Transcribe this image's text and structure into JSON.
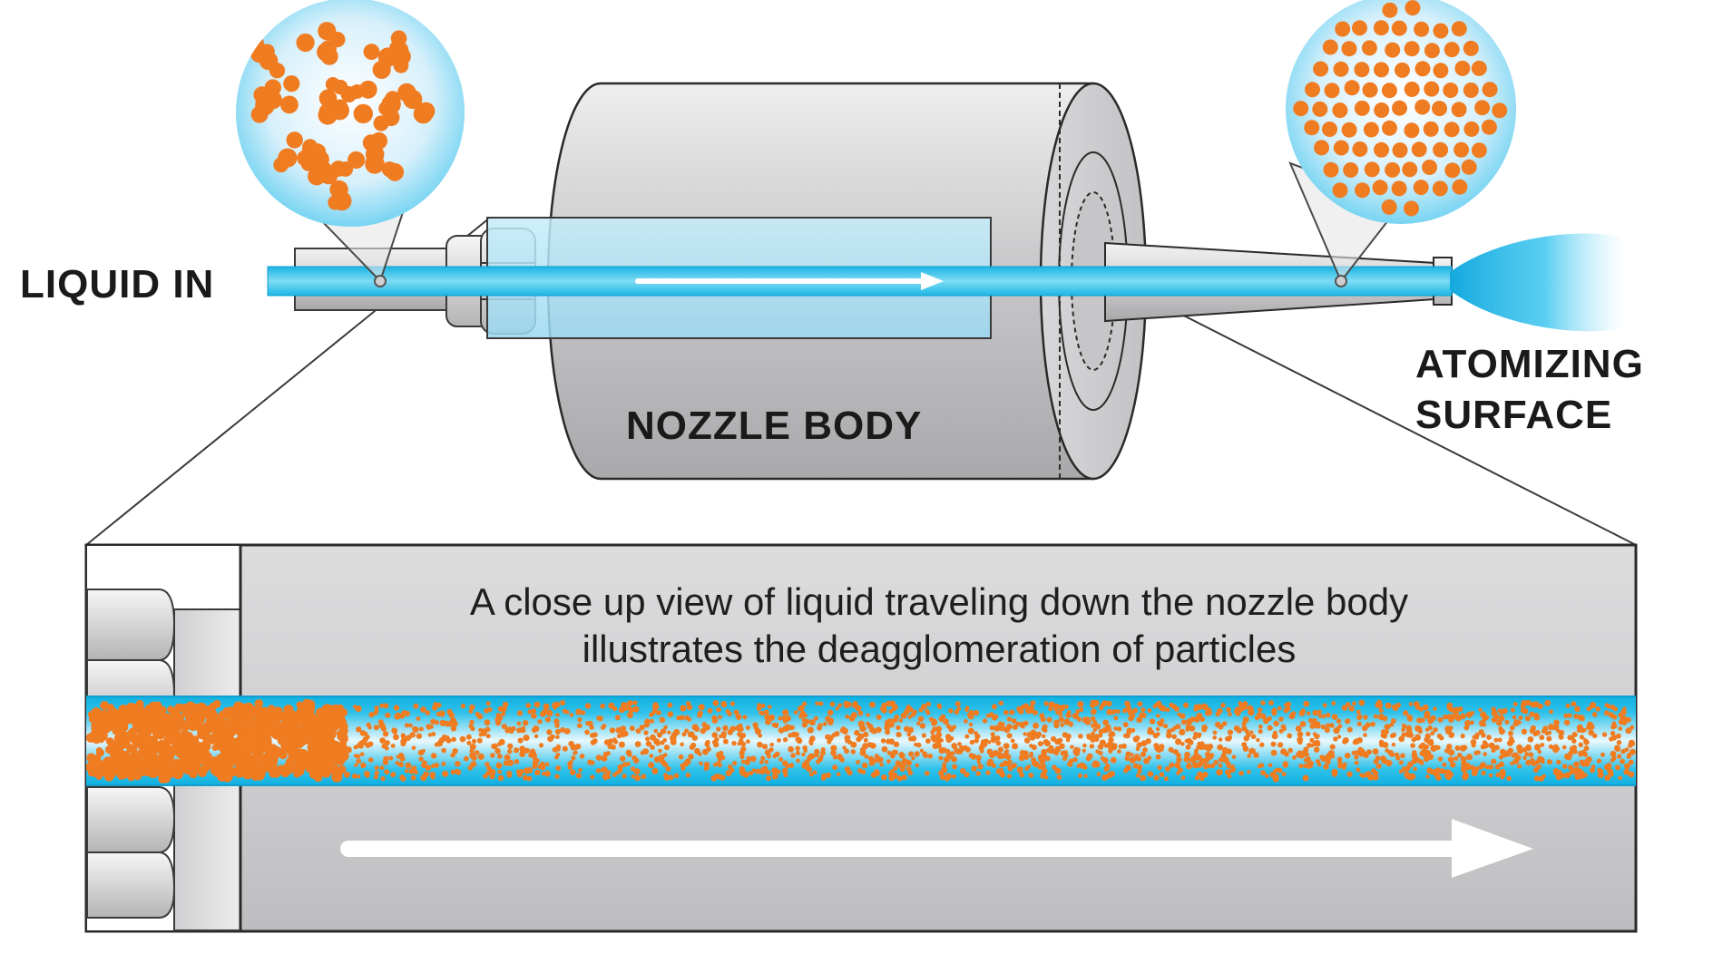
{
  "labels": {
    "liquid_in": "LIQUID IN",
    "nozzle_body": "NOZZLE BODY",
    "atomizing_line1": "ATOMIZING",
    "atomizing_line2": "SURFACE"
  },
  "caption": {
    "line1": "A close up view of liquid traveling down the nozzle body",
    "line2": "illustrates the deagglomeration of particles"
  },
  "colors": {
    "liquid_blue": "#19b8e6",
    "particle_orange": "#f07c22",
    "metal_gray": "#d4d4d6",
    "outline": "#2a2a2a",
    "arrow_white": "#ffffff"
  },
  "icons": {
    "inlet_magnifier": "agglomerated-particles-icon",
    "outlet_magnifier": "dispersed-particles-icon",
    "flow_arrow": "flow-arrow-icon"
  }
}
